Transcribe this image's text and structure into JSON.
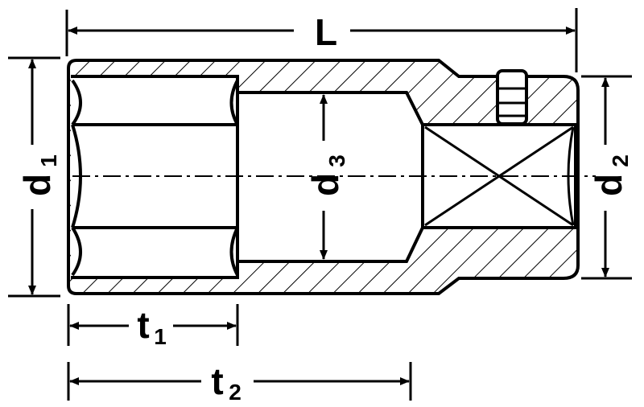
{
  "labels": {
    "L": "L",
    "d1_main": "d",
    "d1_sub": "1",
    "d2_main": "d",
    "d2_sub": "2",
    "d3_main": "d",
    "d3_sub": "3",
    "t1_main": "t",
    "t1_sub": "1",
    "t2_main": "t",
    "t2_sub": "2"
  },
  "colors": {
    "ink": "#000000",
    "paper": "#ffffff"
  }
}
